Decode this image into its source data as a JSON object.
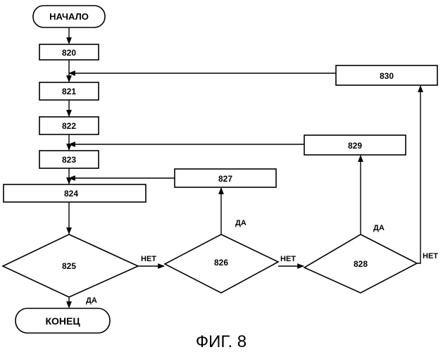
{
  "nodes": {
    "start": "НАЧАЛО",
    "end": "КОНЕЦ",
    "b820": "820",
    "b821": "821",
    "b822": "822",
    "b823": "823",
    "b824": "824",
    "d825": "825",
    "d826": "826",
    "b827": "827",
    "d828": "828",
    "b829": "829",
    "b830": "830"
  },
  "edge_labels": {
    "d825_no": "НЕТ",
    "d825_yes": "ДА",
    "d826_yes": "ДА",
    "d826_no": "НЕТ",
    "d828_yes": "ДА",
    "d828_no": "НЕТ"
  },
  "figure_caption": "ФИГ. 8"
}
